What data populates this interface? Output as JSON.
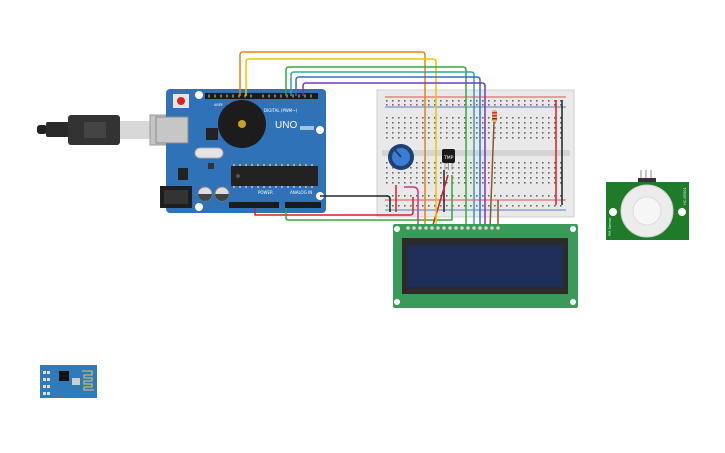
{
  "canvas": {
    "background": "#ffffff"
  },
  "arduino": {
    "model_label": "UNO",
    "digital_label": "DIGITAL (PWM~)",
    "power_label": "POWER",
    "analog_label": "ANALOG IN",
    "aref_label": "AREF",
    "gnd_label": "GND",
    "board_color": "#2f72b8"
  },
  "temperature_sensor": {
    "label": "TMP"
  },
  "pir_sensor": {
    "left_label": "PIR Sensor",
    "right_label": "HC-SR501"
  },
  "lcd": {
    "screen_color": "#1f2f5a",
    "pcb_color": "#3a9a5a"
  },
  "wire_colors": {
    "orange": "#e8820c",
    "yellow": "#e8c800",
    "green": "#36a838",
    "teal": "#2aa8a0",
    "blue": "#2f6fd0",
    "purple": "#7a3ab0",
    "black": "#222222",
    "red": "#d42020",
    "brown": "#8a5a2a",
    "pink": "#c03a8a"
  },
  "icons": [
    "usb-cable-icon",
    "reset-button-icon",
    "buzzer-icon",
    "potentiometer-icon",
    "resistor-icon"
  ]
}
